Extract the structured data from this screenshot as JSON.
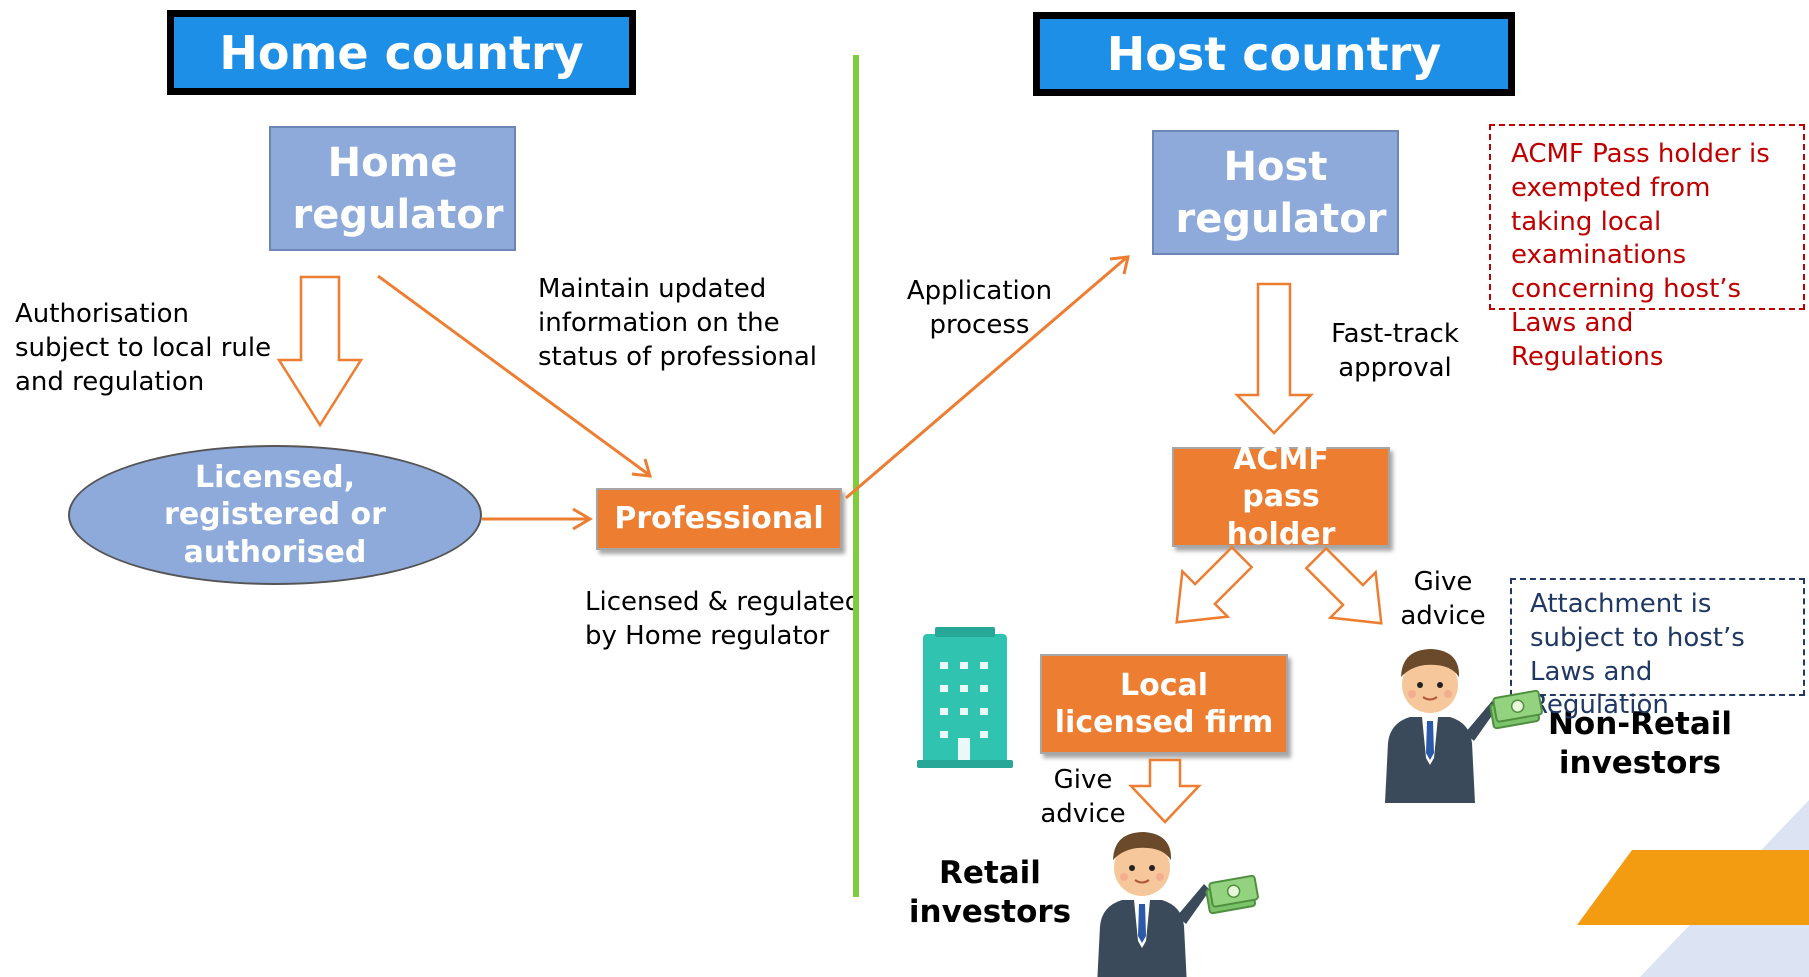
{
  "headers": {
    "home": "Home country",
    "host": "Host country"
  },
  "nodes": {
    "home_regulator": "Home regulator",
    "host_regulator": "Host regulator",
    "licensed_entity": "Licensed, registered or authorised",
    "professional": "Professional",
    "acmf_pass_holder": "ACMF pass holder",
    "local_licensed_firm": "Local licensed firm"
  },
  "labels": {
    "authorisation": "Authorisation subject to local rule and regulation",
    "maintain_info": "Maintain updated information on the status of professional",
    "licensed_regulated": "Licensed & regulated by Home regulator",
    "application_process": "Application process",
    "fast_track": "Fast-track approval",
    "give_advice_right": "Give advice",
    "give_advice_bottom": "Give advice",
    "retail_investors": "Retail investors",
    "non_retail_investors": "Non-Retail investors"
  },
  "notes": {
    "exemption": "ACMF Pass holder is exempted from taking local examinations concerning host’s Laws and Regulations",
    "attachment": "Attachment is subject to host’s Laws and Regulation"
  },
  "icons": [
    "building-icon",
    "investor-icon",
    "cash-icon"
  ],
  "colors": {
    "header_blue": "#1e8fe6",
    "regulator_blue": "#8eaadb",
    "orange": "#ed7d31",
    "divider_green": "#7fcc3c",
    "note_red": "#c00000",
    "note_blue": "#1f3864"
  }
}
